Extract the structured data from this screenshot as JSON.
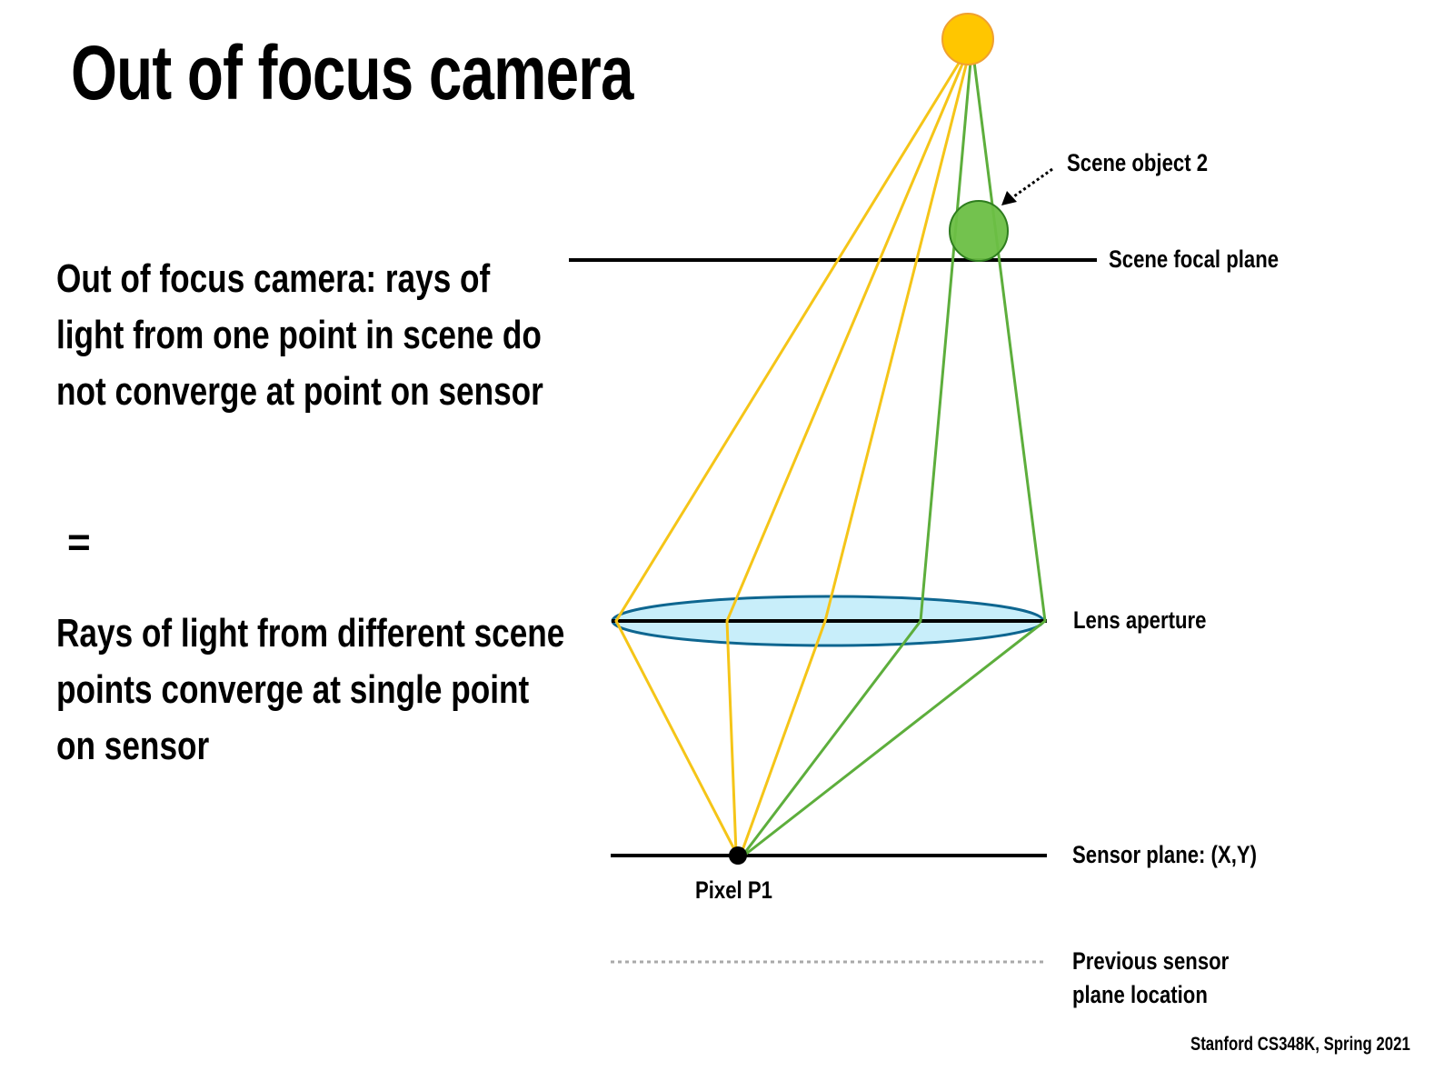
{
  "title": "Out of focus camera",
  "body": {
    "paragraph1": "Out of focus camera: rays of light from one point in scene do not converge at point on sensor",
    "equals": "=",
    "paragraph2": "Rays of light from different scene points converge at single point on sensor"
  },
  "diagram": {
    "labels": {
      "scene_object_2": "Scene object 2",
      "scene_focal_plane": "Scene focal plane",
      "lens_aperture": "Lens aperture",
      "sensor_plane": "Sensor plane: (X,Y)",
      "pixel": "Pixel P1",
      "previous_sensor_line1": "Previous sensor",
      "previous_sensor_line2": "plane location"
    },
    "colors": {
      "sun": "#FFC600",
      "sun_stroke": "#F0A030",
      "object": "#6CBF45",
      "object_stroke": "#2E7D1E",
      "yellow_ray": "#F5C518",
      "green_ray": "#5DAE3C",
      "lens_fill": "#C8EEFA",
      "lens_stroke": "#0E6690"
    }
  },
  "footer": "Stanford CS348K, Spring 2021"
}
